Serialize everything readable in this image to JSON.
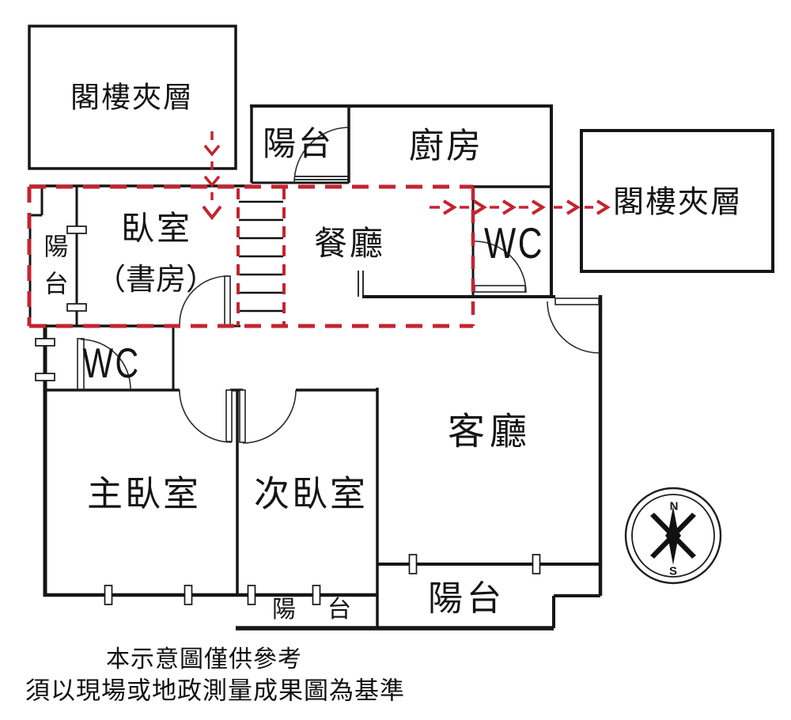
{
  "colors": {
    "wall": "#161616",
    "mezzanine_red": "#c32430",
    "door_arc": "#2b2b2b",
    "background": "#ffffff"
  },
  "labels": {
    "mezzanine_left": "閣樓夾層",
    "mezzanine_right": "閣樓夾層",
    "balcony_top": "陽台",
    "kitchen": "廚房",
    "bedroom": "臥室",
    "bedroom_alt": "（書房）",
    "dining": "餐廳",
    "wc_upper": "WC",
    "wc_lower": "WC",
    "balcony_left": "陽台",
    "living": "客廳",
    "master_bedroom": "主臥室",
    "second_bedroom": "次臥室",
    "balcony_bottom_small": "陽台",
    "balcony_bottom_large": "陽台"
  },
  "compass": {
    "north": "N",
    "south": "S"
  },
  "disclaimer": {
    "line1": "本示意圖僅供參考",
    "line2": "須以現場或地政測量成果圖為基準"
  }
}
